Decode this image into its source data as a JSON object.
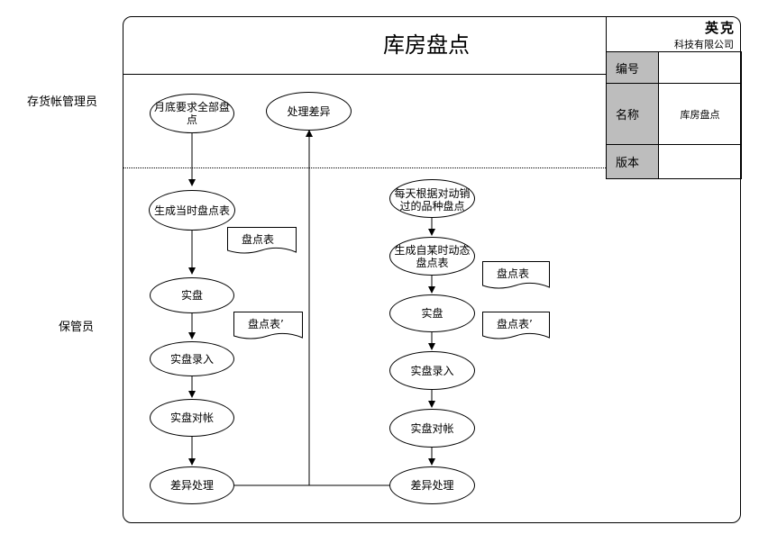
{
  "header": {
    "title": "库房盘点",
    "logo_name": "英克",
    "company": "科技有限公司"
  },
  "info_table": {
    "number_label": "编号",
    "number_value": "",
    "name_label": "名称",
    "name_value": "库房盘点",
    "version_label": "版本",
    "version_value": ""
  },
  "lanes": {
    "inventory_accounts_manager": "存货帐管理员",
    "keeper": "保管员"
  },
  "flow_left": {
    "monthly_request": "月底要求全部盘点",
    "process_diff_top": "处理差异",
    "generate_current": "生成当时盘点表",
    "sheet1": "盘点表",
    "count": "实盘",
    "sheet2": "盘点表’",
    "entry": "实盘录入",
    "reconcile": "实盘对帐",
    "diff": "差异处理"
  },
  "flow_right": {
    "daily_count": "每天根据对动销过的品种盘点",
    "generate_dynamic": "生成自某时动态盘点表",
    "sheet1": "盘点表",
    "count": "实盘",
    "sheet2": "盘点表’",
    "entry": "实盘录入",
    "reconcile": "实盘对帐",
    "diff": "差异处理"
  },
  "colors": {
    "table_label_bg": "#bdbdbd",
    "line": "#000000"
  }
}
